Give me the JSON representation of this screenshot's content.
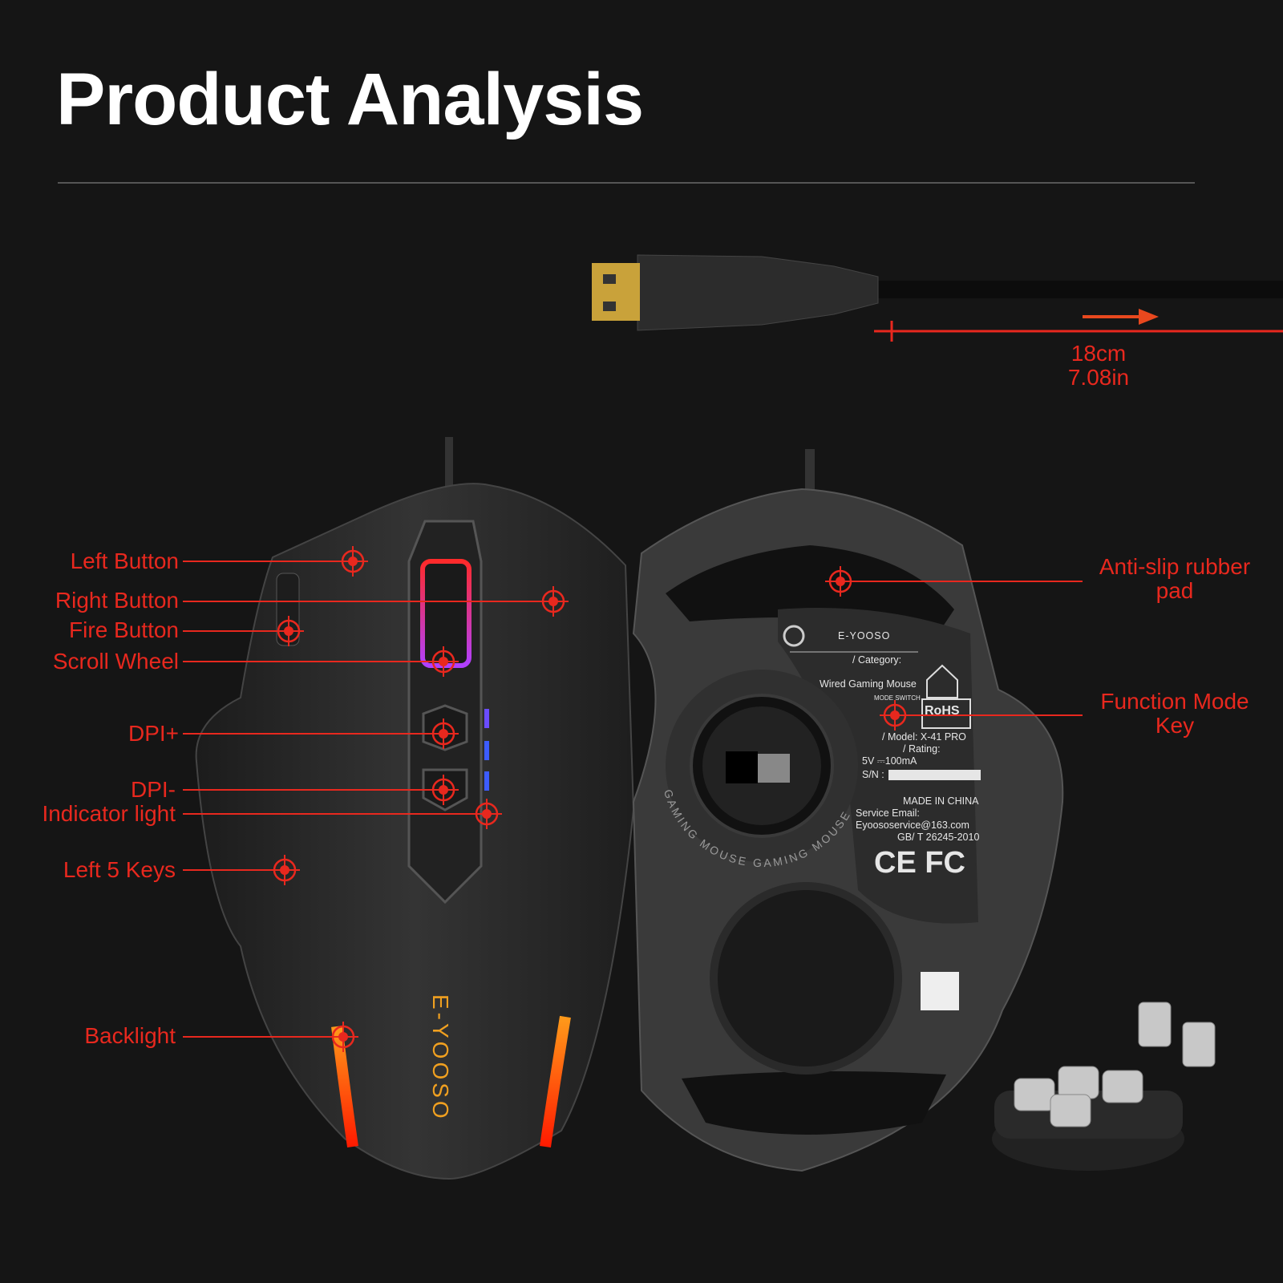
{
  "title": "Product Analysis",
  "cable": {
    "length_cm": "18cm",
    "length_in": "7.08in"
  },
  "callouts_left": [
    {
      "label": "Left Button"
    },
    {
      "label": "Right Button"
    },
    {
      "label": "Fire Button"
    },
    {
      "label": "Scroll Wheel"
    },
    {
      "label": "DPI+"
    },
    {
      "label": "DPI-"
    },
    {
      "label": "Indicator light"
    },
    {
      "label": "Left 5 Keys"
    },
    {
      "label": "Backlight"
    }
  ],
  "callouts_right": [
    {
      "label_line1": "Anti-slip rubber",
      "label_line2": "pad"
    },
    {
      "label_line1": "Function Mode",
      "label_line2": "Key"
    }
  ],
  "mouse_top": {
    "brand": "E-YOOSO"
  },
  "mouse_bottom": {
    "brand": "E-YOOSO",
    "ring_text": "GAMING MOUSE GAMING MOUSE",
    "category": "/ Category:",
    "category_value": "Wired Gaming Mouse",
    "mode_switch": "MODE SWITCH",
    "rohs": "RoHS",
    "model": "/ Model: X-41 PRO",
    "rating": "/ Rating:",
    "rating_value": "5V ⎓100mA",
    "sn": "S/N :",
    "made_in": "MADE IN CHINA",
    "service_email_label": "Service Email:",
    "service_email": "Eyoososervice@163.com",
    "standard": "GB/ T 26245-2010",
    "certs": "CE FC"
  },
  "colors": {
    "accent": "#e8281e",
    "background": "#151515",
    "title": "#ffffff"
  }
}
